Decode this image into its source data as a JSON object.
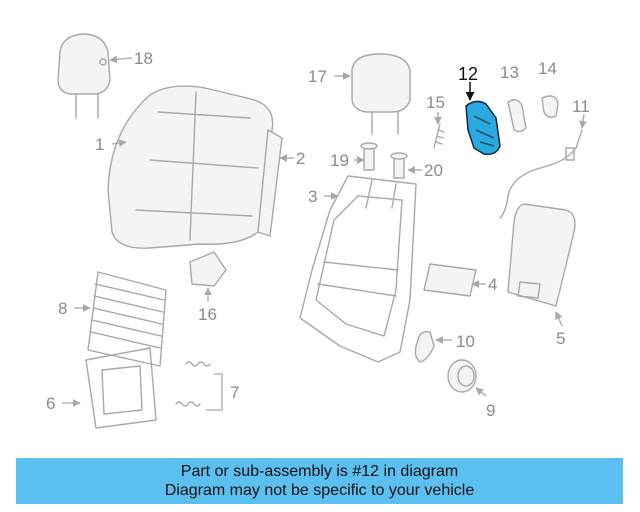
{
  "diagram": {
    "highlighted_part": "12",
    "highlight_color": "#2aa8e0",
    "callouts": [
      "1",
      "2",
      "3",
      "4",
      "5",
      "6",
      "7",
      "8",
      "9",
      "10",
      "11",
      "12",
      "13",
      "14",
      "15",
      "16",
      "17",
      "18",
      "19",
      "20"
    ]
  },
  "footer": {
    "line1": "Part or sub-assembly is #12 in diagram",
    "line2": "Diagram may not be specific to your vehicle",
    "background": "#5bc0f0"
  }
}
